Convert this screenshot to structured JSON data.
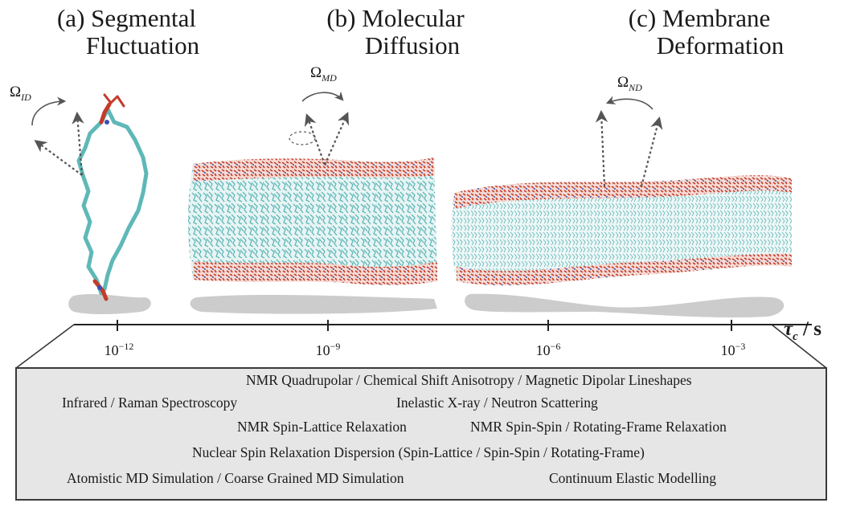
{
  "panels": [
    {
      "label": "(a)",
      "line1": "Segmental",
      "line2": "Fluctuation"
    },
    {
      "label": "(b)",
      "line1": "Molecular",
      "line2": "Diffusion"
    },
    {
      "label": "(c)",
      "line1": "Membrane",
      "line2": "Deformation"
    }
  ],
  "rotations": [
    {
      "symbol": "Ω",
      "subscript": "ID"
    },
    {
      "symbol": "Ω",
      "subscript": "MD"
    },
    {
      "symbol": "Ω",
      "subscript": "ND"
    }
  ],
  "axis": {
    "symbol": "τ",
    "symbol_subscript": "c",
    "unit": "/ s",
    "ticks": [
      {
        "base": "10",
        "exp": "−12"
      },
      {
        "base": "10",
        "exp": "−9"
      },
      {
        "base": "10",
        "exp": "−6"
      },
      {
        "base": "10",
        "exp": "−3"
      }
    ]
  },
  "techniques": [
    "NMR Quadrupolar / Chemical Shift Anisotropy / Magnetic Dipolar Lineshapes",
    "Infrared / Raman Spectroscopy",
    "Inelastic X-ray / Neutron Scattering",
    "NMR Spin-Lattice Relaxation",
    "NMR Spin-Spin / Rotating-Frame Relaxation",
    "Nuclear Spin Relaxation Dispersion (Spin-Lattice / Spin-Spin / Rotating-Frame)",
    "Atomistic MD Simulation / Coarse Grained MD Simulation",
    "Continuum Elastic Modelling"
  ],
  "colors": {
    "lipid_tail": "#5fb8b8",
    "headgroup": "#c43a2a",
    "nitrogen": "#3a4fb5",
    "shadow": "#cccccc",
    "box_fill": "#e6e6e6"
  }
}
